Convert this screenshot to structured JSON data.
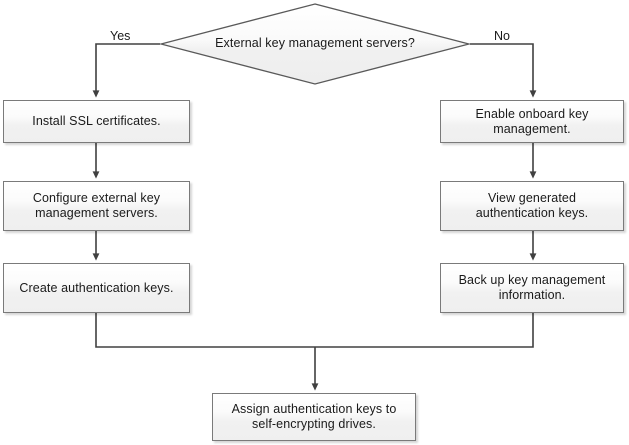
{
  "diagram": {
    "title": "Key management setup flowchart",
    "colors": {
      "node_fill_top": "#ffffff",
      "node_fill_bottom": "#efefef",
      "node_border": "#7a7a7a",
      "edge_stroke": "#404040",
      "text": "#1a1a1a",
      "background": "#ffffff"
    },
    "decision": {
      "id": "external-key-management-servers",
      "label": "External key management servers?"
    },
    "edge_labels": {
      "yes": "Yes",
      "no": "No"
    },
    "left_branch": [
      {
        "id": "install-ssl-certificates",
        "label": "Install SSL certificates."
      },
      {
        "id": "configure-external-key-management-servers",
        "label": "Configure external key management servers."
      },
      {
        "id": "create-authentication-keys",
        "label": "Create authentication keys."
      }
    ],
    "right_branch": [
      {
        "id": "enable-onboard-key-management",
        "label": "Enable onboard key management."
      },
      {
        "id": "view-generated-authentication-keys",
        "label": "View generated authentication keys."
      },
      {
        "id": "back-up-key-management-information",
        "label": "Back up key management information."
      }
    ],
    "final": {
      "id": "assign-authentication-keys-to-self-encrypting-drives",
      "label": "Assign authentication keys to self-encrypting drives."
    }
  }
}
